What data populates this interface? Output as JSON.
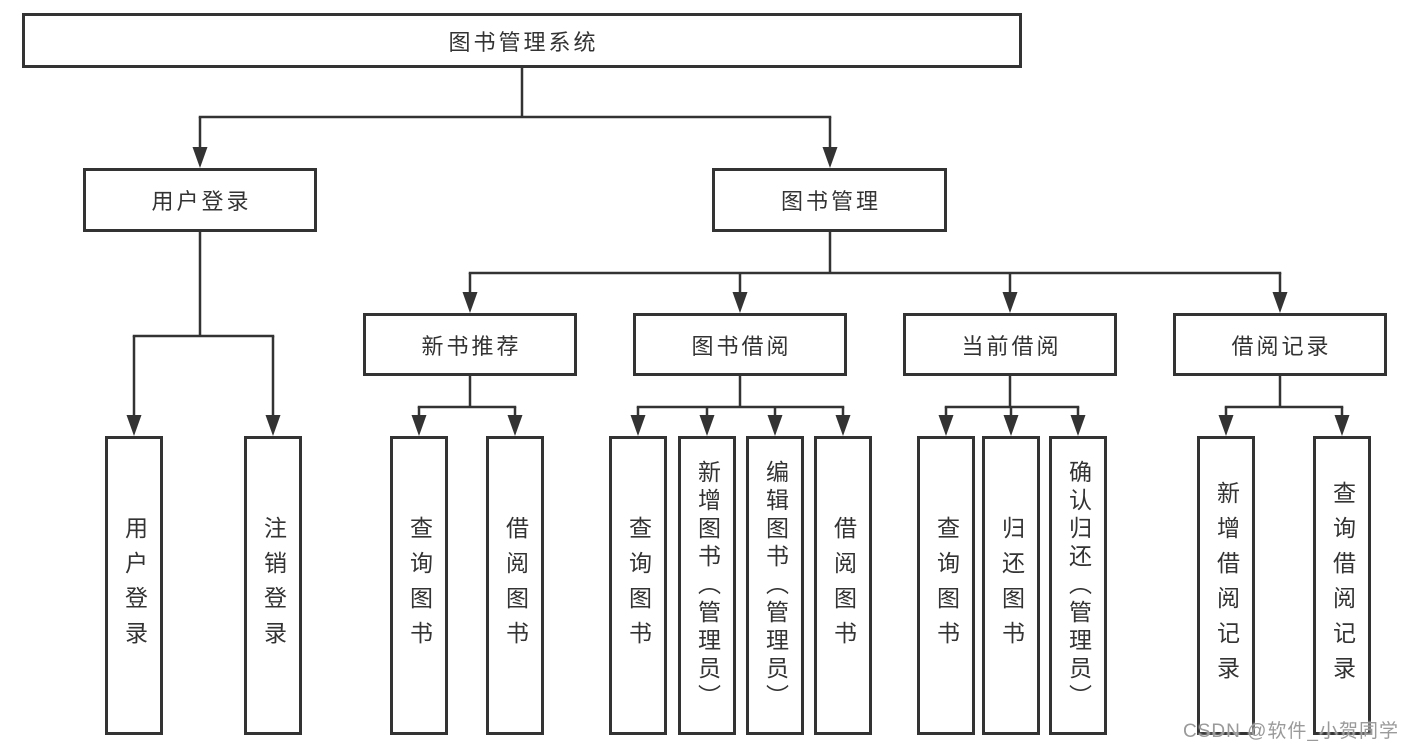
{
  "diagram": {
    "root": {
      "label": "图书管理系统"
    },
    "branches": [
      {
        "label": "用户登录",
        "children": [
          {
            "label": "用户登录"
          },
          {
            "label": "注销登录"
          }
        ]
      },
      {
        "label": "图书管理",
        "children": [
          {
            "label": "新书推荐",
            "children": [
              {
                "label": "查询图书"
              },
              {
                "label": "借阅图书"
              }
            ]
          },
          {
            "label": "图书借阅",
            "children": [
              {
                "label": "查询图书"
              },
              {
                "label": "新增图书（管理员）"
              },
              {
                "label": "编辑图书（管理员）"
              },
              {
                "label": "借阅图书"
              }
            ]
          },
          {
            "label": "当前借阅",
            "children": [
              {
                "label": "查询图书"
              },
              {
                "label": "归还图书"
              },
              {
                "label": "确认归还（管理员）"
              }
            ]
          },
          {
            "label": "借阅记录",
            "children": [
              {
                "label": "新增借阅记录"
              },
              {
                "label": "查询借阅记录"
              }
            ]
          }
        ]
      }
    ]
  },
  "watermark": "CSDN @软件_小贺同学",
  "colors": {
    "line": "#333333",
    "box_border": "#333333",
    "text": "#333333",
    "background": "#ffffff",
    "watermark": "#9a9a9a"
  }
}
